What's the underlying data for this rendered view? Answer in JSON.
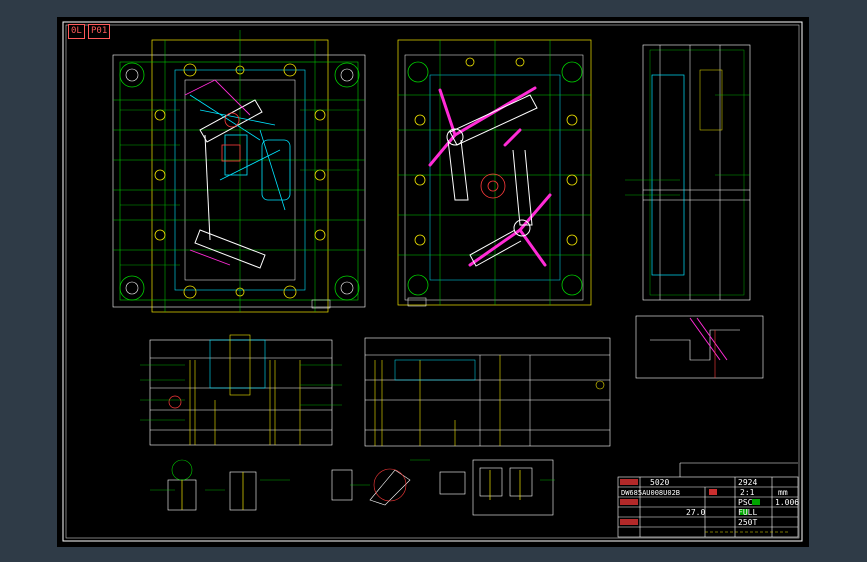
{
  "sheet": {
    "tags": [
      "0L",
      "P01"
    ]
  },
  "title_block": {
    "row1": "5020",
    "row2": "DW685AU008U02B",
    "scale": "2:1",
    "code_a": "2924",
    "code_b": "PSC",
    "code_c": "FULL",
    "code_d": "250T",
    "code_e": "1.006",
    "units": "mm",
    "weight": "27.0"
  },
  "colors": {
    "paper": "#000000",
    "canvas": "#2f3b47",
    "border": "#ffffff",
    "cyan": "#00e5ff",
    "yellow": "#f2e600",
    "green": "#00d000",
    "magenta": "#ff2bd6",
    "red": "#ff3b3b",
    "white": "#ffffff"
  }
}
